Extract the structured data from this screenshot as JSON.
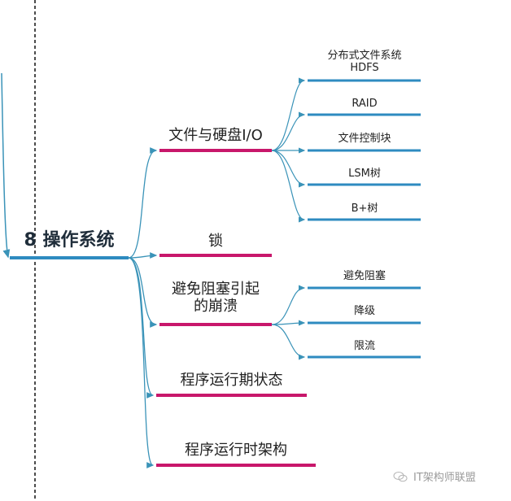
{
  "mindmap": {
    "root": {
      "label": "8 操作系统",
      "color": "#2e8bc0"
    },
    "branches": [
      {
        "label": "文件与硬盘I/O",
        "color": "#c8176b",
        "children": [
          {
            "label": "分布式文件系统\nHDFS"
          },
          {
            "label": "RAID"
          },
          {
            "label": "文件控制块"
          },
          {
            "label": "LSM树"
          },
          {
            "label": "B+树"
          }
        ]
      },
      {
        "label": "锁",
        "color": "#c8176b",
        "children": []
      },
      {
        "label": "避免阻塞引起\n的崩溃",
        "color": "#c8176b",
        "children": [
          {
            "label": "避免阻塞"
          },
          {
            "label": "降级"
          },
          {
            "label": "限流"
          }
        ]
      },
      {
        "label": "程序运行期状态",
        "color": "#c8176b",
        "children": []
      },
      {
        "label": "程序运行时架构",
        "color": "#c8176b",
        "children": []
      }
    ],
    "leaf_color": "#2e8bc0",
    "connector_color": "#3a93b8"
  },
  "watermark": {
    "text": "IT架构师联盟",
    "icon": "wechat-icon"
  }
}
